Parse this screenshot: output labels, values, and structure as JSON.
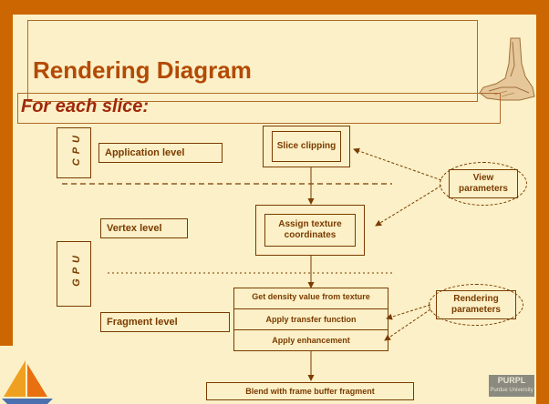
{
  "slide": {
    "title": "Rendering Diagram",
    "subtitle": "For each slice:"
  },
  "diagram": {
    "cpu_label": "CPU",
    "gpu_label": "GPU",
    "levels": {
      "application": "Application level",
      "vertex": "Vertex level",
      "fragment": "Fragment  level"
    },
    "processes": {
      "slice_clipping": "Slice clipping",
      "assign_texture": "Assign texture coordinates",
      "fragment_steps": [
        "Get density value from texture",
        "Apply transfer function",
        "Apply enhancement"
      ],
      "blend": "Blend with frame buffer fragment"
    },
    "parameters": {
      "view": "View parameters",
      "rendering": "Rendering parameters"
    }
  },
  "branding": {
    "right_logo": "PURPL",
    "right_logo_sub": "Purdue University"
  },
  "colors": {
    "background": "#fbf0c7",
    "accent_bar": "#cc6600",
    "title_text": "#b34a05",
    "subtitle_text": "#a0280a",
    "diagram_text": "#7a3b00"
  }
}
